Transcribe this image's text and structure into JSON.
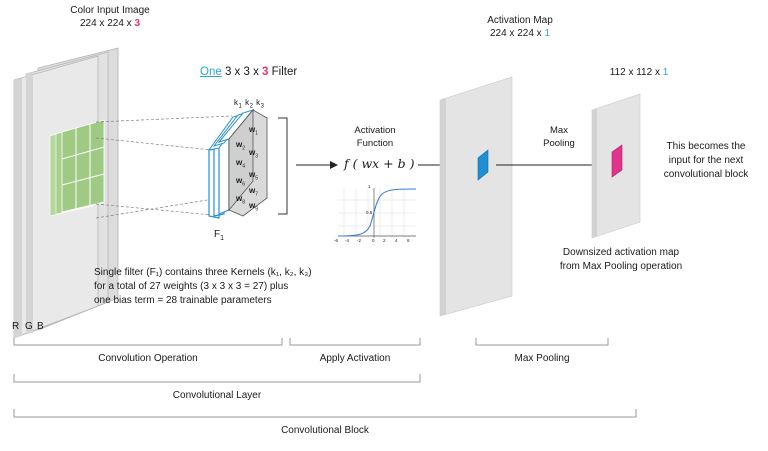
{
  "input_image": {
    "title": "Color Input Image",
    "dims_prefix": "224 x 224 x ",
    "dims_channels": "3",
    "channel_labels": [
      "R",
      "G",
      "B"
    ]
  },
  "filter": {
    "title_one": "One",
    "title_mid": " 3 x 3 x ",
    "title_channels": "3",
    "title_suffix": " Filter",
    "kernel_labels": [
      "k",
      "k",
      "k"
    ],
    "kernel_subs": [
      "1",
      "2",
      "3"
    ],
    "weights": [
      "w",
      "w",
      "w",
      "w",
      "w",
      "w",
      "w",
      "w",
      "w"
    ],
    "weight_subs": [
      "1",
      "2",
      "3",
      "4",
      "5",
      "6",
      "7",
      "8",
      "9"
    ],
    "name": "F",
    "name_sub": "1"
  },
  "description": {
    "line1": "Single filter (F₁) contains three Kernels (k₁, k₂, k₃)",
    "line2": "for a total of 27 weights  (3 x 3 x 3 = 27)  plus",
    "line3": "one bias term = 28 trainable parameters"
  },
  "activation": {
    "title_line1": "Activation",
    "title_line2": "Function",
    "formula": "f ( wx + b )",
    "plot_y_ticks": [
      "1",
      "0.5"
    ],
    "plot_x_ticks": [
      "-6",
      "-4",
      "-2",
      "0",
      "2",
      "4",
      "6"
    ]
  },
  "activation_map": {
    "title": "Activation Map",
    "dims_prefix": "224 x 224 x ",
    "dims_channels": "1"
  },
  "max_pooling": {
    "label_line1": "Max",
    "label_line2": "Pooling"
  },
  "pooled_map": {
    "dims_prefix": "112 x 112 x ",
    "dims_channels": "1"
  },
  "next_block_note": {
    "line1": "This becomes the",
    "line2": "input for the next",
    "line3": "convolutional block"
  },
  "downsized_note": {
    "line1": "Downsized activation map",
    "line2": "from Max Pooling operation"
  },
  "brackets": {
    "convolution_operation": "Convolution Operation",
    "apply_activation": "Apply Activation",
    "max_pooling": "Max Pooling",
    "convolutional_layer": "Convolutional Layer",
    "convolutional_block": "Convolutional Block"
  },
  "colors": {
    "pink": "#e8336e",
    "blue": "#2aa5d6",
    "green": "#a8d08d",
    "plane_gray": "#e4e4e4",
    "activation_blue": "#1f8fd1",
    "pooled_pink": "#e0338c"
  }
}
